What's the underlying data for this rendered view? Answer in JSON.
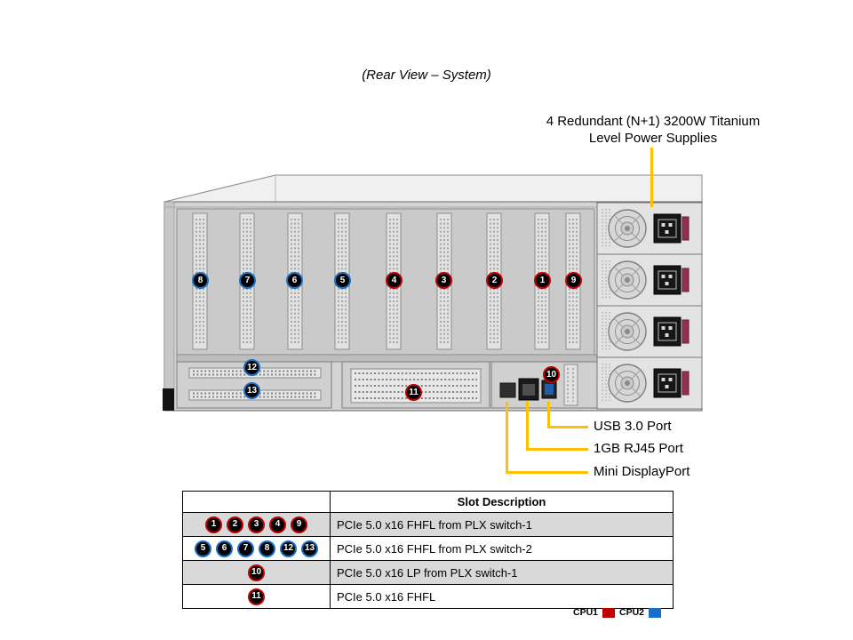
{
  "title": "(Rear View – System)",
  "psu_callout": {
    "line1": "4 Redundant (N+1) 3200W Titanium",
    "line2": "Level Power Supplies"
  },
  "port_callouts": {
    "usb": "USB 3.0 Port",
    "rj45": "1GB RJ45 Port",
    "displayport": "Mini DisplayPort"
  },
  "chassis": {
    "badges": [
      {
        "n": "8",
        "c": "blue"
      },
      {
        "n": "7",
        "c": "blue"
      },
      {
        "n": "6",
        "c": "blue"
      },
      {
        "n": "5",
        "c": "blue"
      },
      {
        "n": "4",
        "c": "red"
      },
      {
        "n": "3",
        "c": "red"
      },
      {
        "n": "2",
        "c": "red"
      },
      {
        "n": "1",
        "c": "red"
      },
      {
        "n": "9",
        "c": "red"
      },
      {
        "n": "12",
        "c": "blue"
      },
      {
        "n": "13",
        "c": "blue"
      },
      {
        "n": "11",
        "c": "red"
      },
      {
        "n": "10",
        "c": "red"
      }
    ]
  },
  "table": {
    "header": "Slot Description",
    "rows": [
      {
        "slots": [
          "1",
          "2",
          "3",
          "4",
          "9"
        ],
        "color": "red",
        "desc": "PCIe 5.0 x16 FHFL from PLX switch-1"
      },
      {
        "slots": [
          "5",
          "6",
          "7",
          "8",
          "12",
          "13"
        ],
        "color": "blue",
        "desc": "PCIe 5.0 x16 FHFL from PLX switch-2"
      },
      {
        "slots": [
          "10"
        ],
        "color": "red",
        "desc": "PCIe 5.0 x16 LP from PLX switch-1"
      },
      {
        "slots": [
          "11"
        ],
        "color": "red",
        "desc": "PCIe 5.0 x16 FHFL"
      }
    ]
  },
  "legend": [
    {
      "label": "CPU1",
      "color": "#c00000"
    },
    {
      "label": "CPU2",
      "color": "#1a6ec6"
    }
  ],
  "colors": {
    "red": "#c00000",
    "blue": "#1a6ec6",
    "callout": "#ffc000"
  }
}
